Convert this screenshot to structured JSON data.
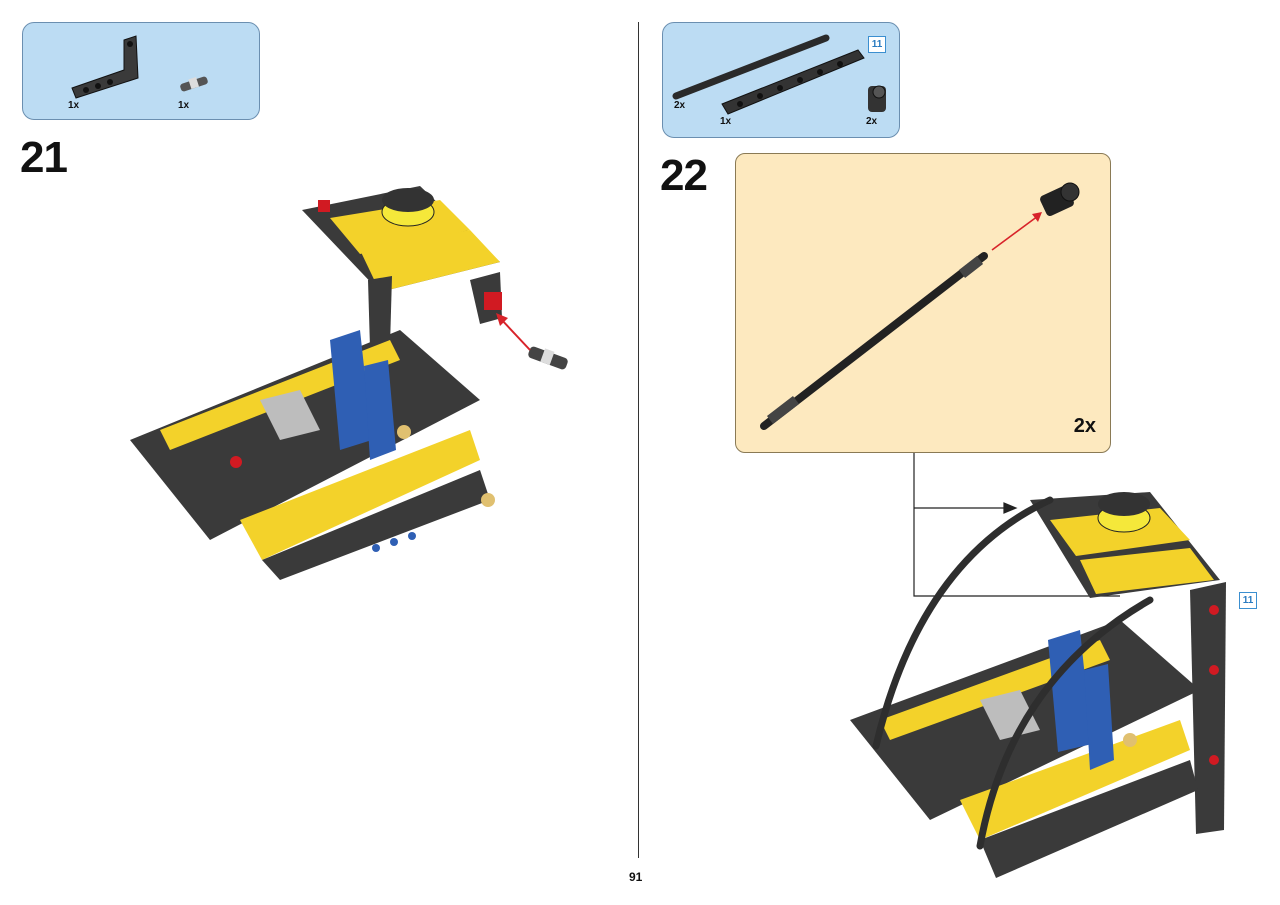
{
  "page": {
    "number": "91"
  },
  "step21": {
    "number": "21",
    "parts": [
      {
        "name": "L-shaped beam",
        "qty": "1x"
      },
      {
        "name": "pin connector",
        "qty": "1x"
      }
    ]
  },
  "step22": {
    "number": "22",
    "parts": [
      {
        "name": "axle",
        "qty": "2x"
      },
      {
        "name": "straight beam",
        "qty": "1x"
      },
      {
        "name": "axle connector",
        "qty": "2x"
      }
    ],
    "length_badge": "11",
    "callout_qty": "2x",
    "model_length_badge": "11"
  },
  "colors": {
    "parts_box_bg": "#bcdcf3",
    "callout_bg": "#fde9bf",
    "yellow": "#f3d22a",
    "dark_gray": "#3a3a3a",
    "blue": "#2f5fb4",
    "red": "#d11a22",
    "arrow_red": "#d8232a"
  }
}
